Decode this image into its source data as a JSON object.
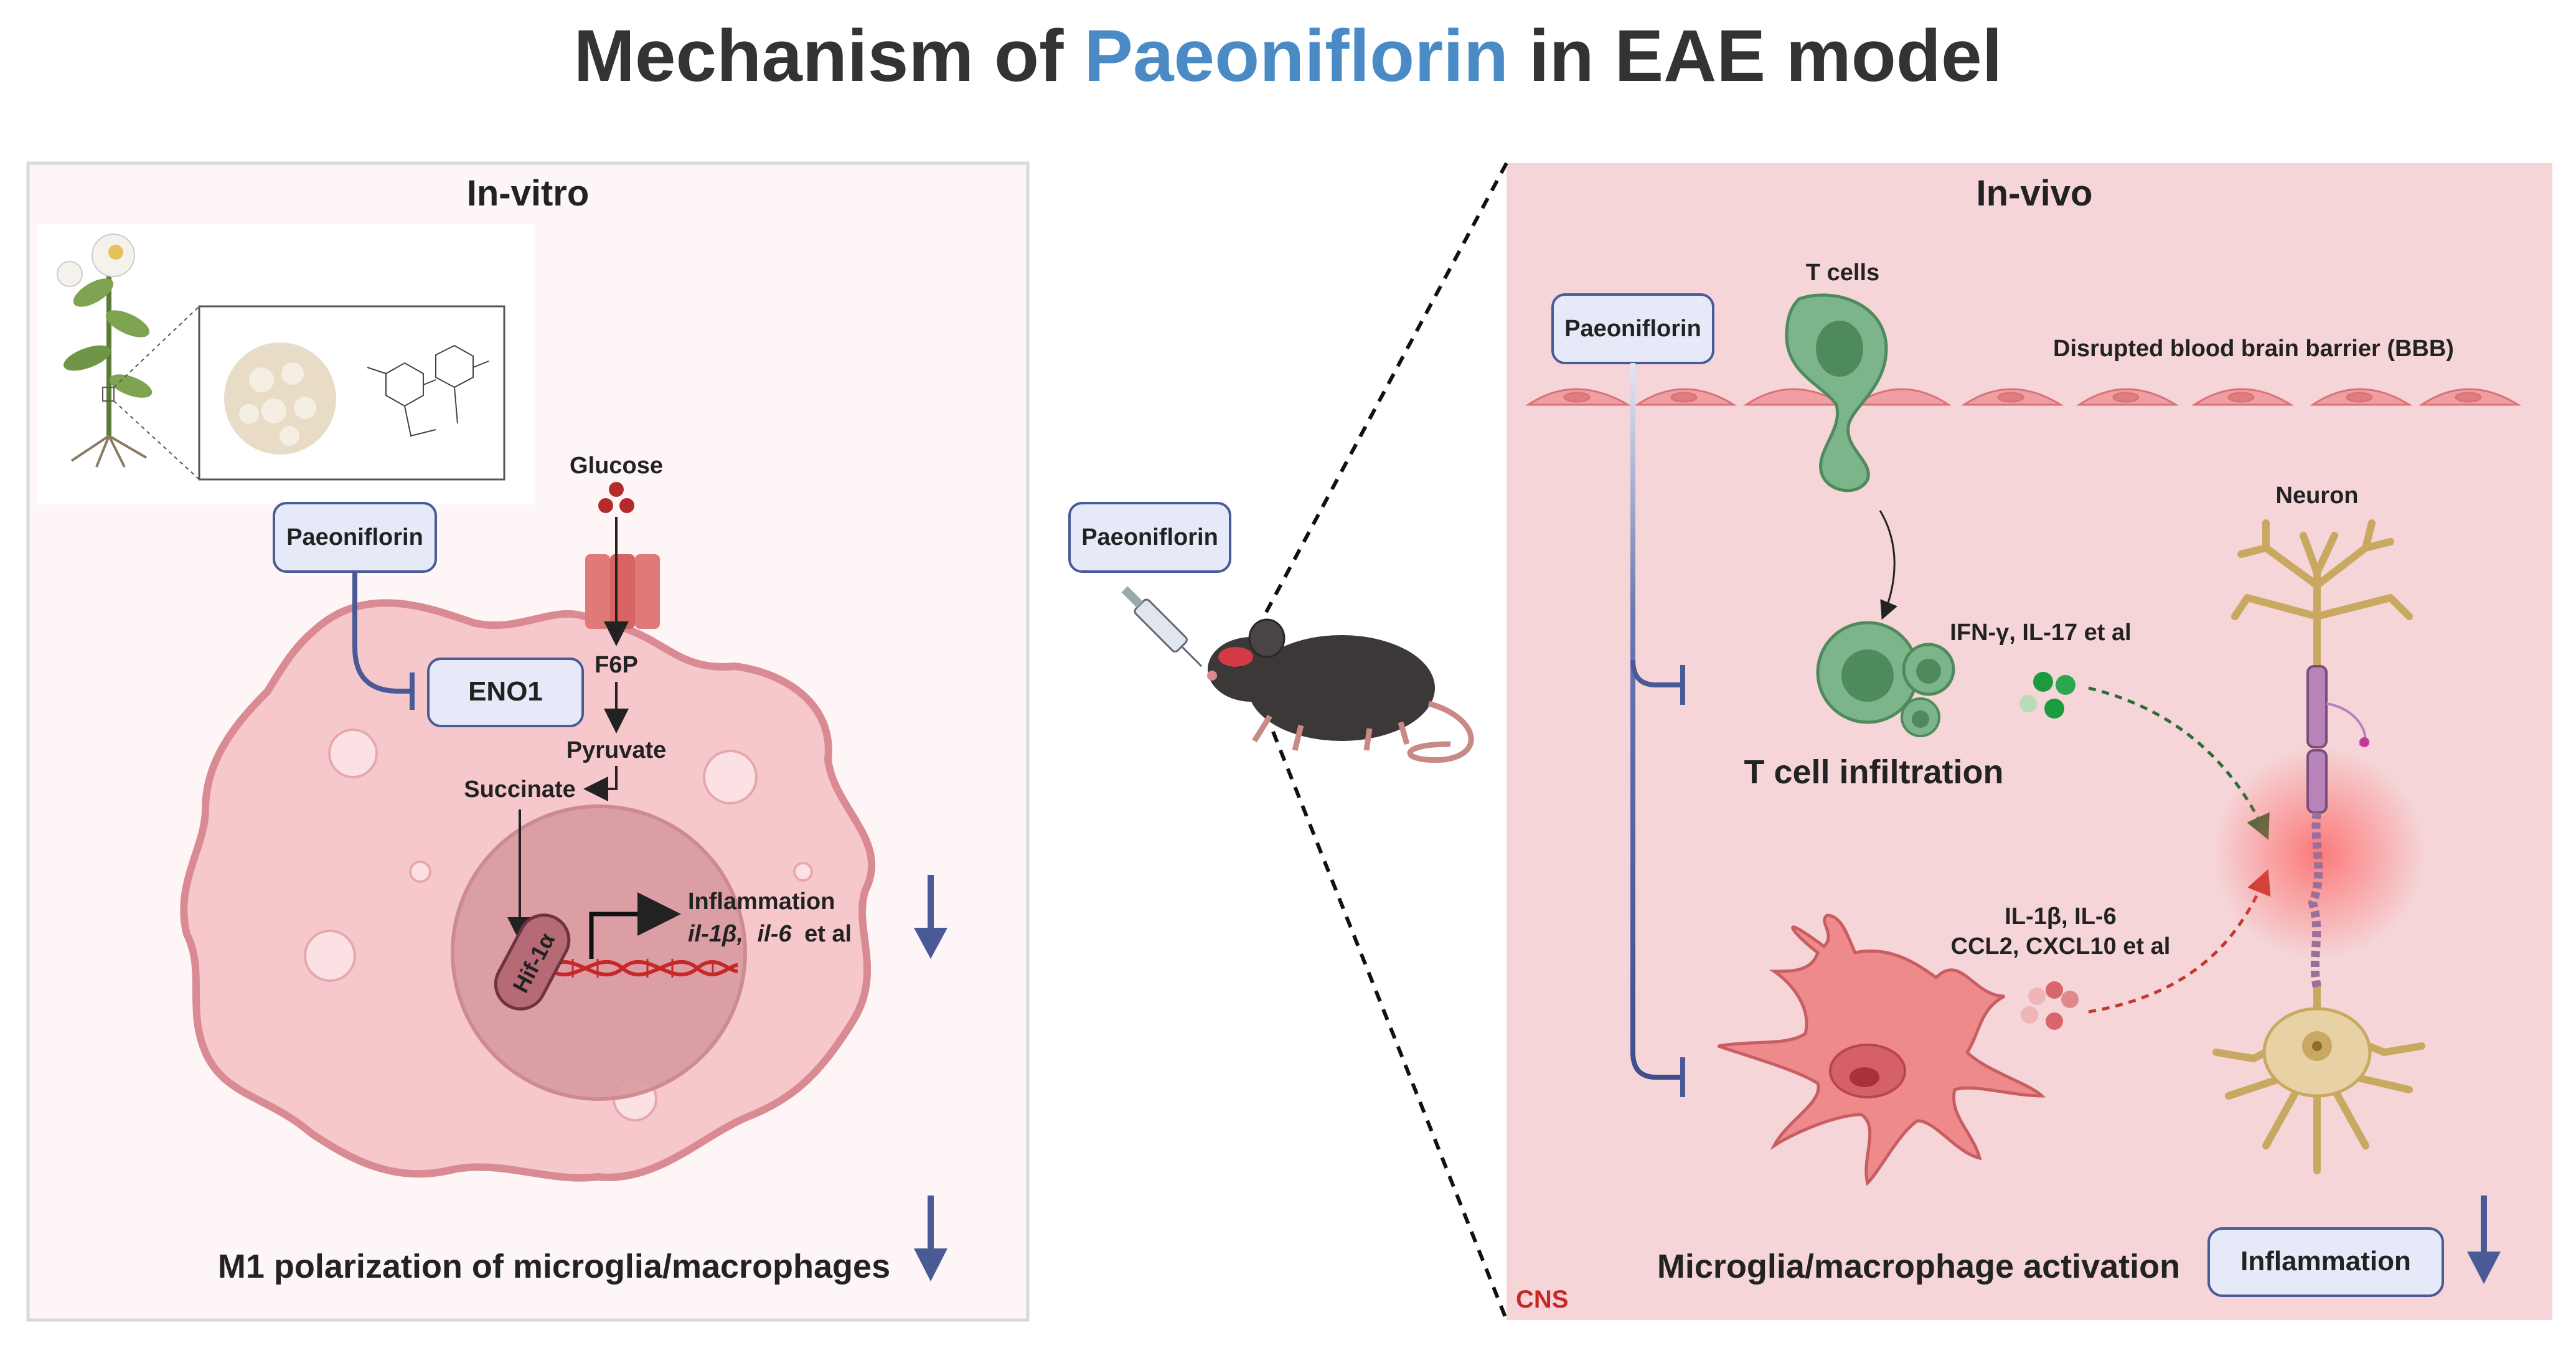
{
  "title": {
    "prefix": "Mechanism of ",
    "highlight": "Paeoniflorin",
    "suffix": " in EAE model"
  },
  "colors": {
    "title_text": "#333333",
    "highlight": "#4a8bc6",
    "cell_fill": "#f6c9cc",
    "cell_stroke": "#d98a92",
    "nucleus_fill": "#d99aa0",
    "invivo_bg": "#f5d5d7",
    "invitro_bg": "#fdf4f5",
    "inhibit_line": "#4a5a96",
    "green_cell": "#6aa87c",
    "neuron_fill": "#e9d1a6",
    "dna_red": "#c62828"
  },
  "in_vitro": {
    "heading": "In-vitro",
    "drug_label": "Paeoniflorin",
    "target_label": "ENO1",
    "glucose": "Glucose",
    "f6p": "F6P",
    "pyruvate": "Pyruvate",
    "succinate": "Succinate",
    "hif": "Hif-1α",
    "inflammation": "Inflammation",
    "genes_a": "il-1β,",
    "genes_b": "il-6",
    "genes_c": "et al",
    "bottom_caption": "M1 polarization of microglia/macrophages"
  },
  "middle": {
    "drug_label": "Paeoniflorin"
  },
  "in_vivo": {
    "heading": "In-vivo",
    "drug_label": "Paeoniflorin",
    "t_cells": "T cells",
    "bbb": "Disrupted blood brain barrier (BBB)",
    "neuron": "Neuron",
    "cytokines_t": "IFN-γ, IL-17 et al",
    "t_infiltration": "T cell infiltration",
    "cytokines_m_line1": "IL-1β,  IL-6",
    "cytokines_m_line2": "CCL2, CXCL10 et al",
    "microglia_activation": "Microglia/macrophage activation",
    "inflammation_box": "Inflammation",
    "cns": "CNS"
  }
}
